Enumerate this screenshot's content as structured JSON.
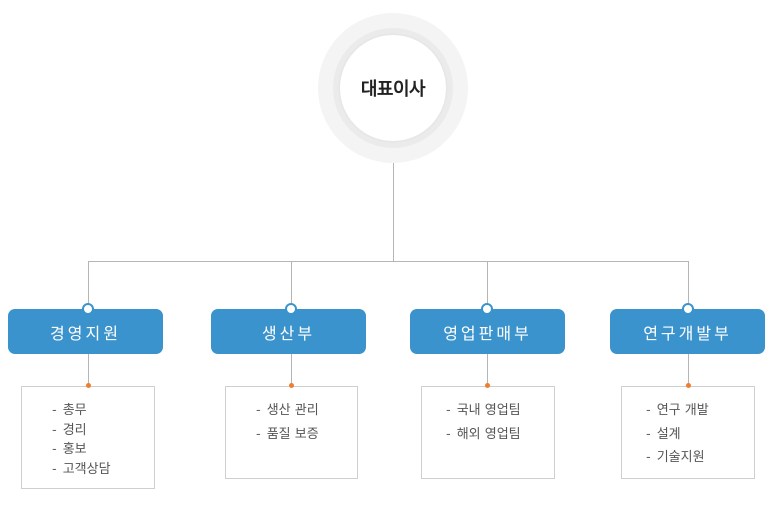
{
  "ceo": {
    "title": "대표이사"
  },
  "dash": "-",
  "departments": [
    {
      "name": "경영지원",
      "tasks": [
        "총무",
        "경리",
        "홍보",
        "고객상담"
      ]
    },
    {
      "name": "생산부",
      "tasks": [
        "생산 관리",
        "품질 보증"
      ]
    },
    {
      "name": "영업판매부",
      "tasks": [
        "국내 영업팀",
        "해외 영업팀"
      ]
    },
    {
      "name": "연구개발부",
      "tasks": [
        "연구 개발",
        "설계",
        "기술지원"
      ]
    }
  ],
  "colors": {
    "dept_fill": "#3a93cc",
    "connector": "#b5b5b5",
    "task_dot": "#ef7d2d",
    "ceo_ring": "#ebebeb"
  }
}
